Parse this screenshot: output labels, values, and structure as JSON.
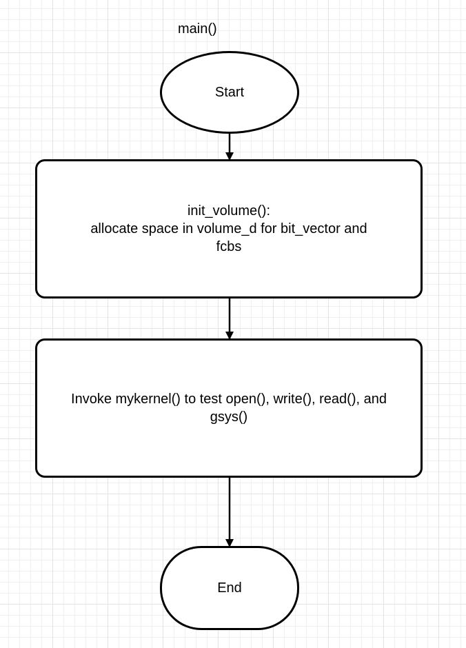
{
  "diagram": {
    "function_label": "main()",
    "nodes": {
      "start": {
        "label": "Start",
        "shape": "ellipse"
      },
      "init": {
        "label": "init_volume():\nallocate space in volume_d for bit_vector and\nfcbs",
        "shape": "rounded-rectangle"
      },
      "invoke": {
        "label": "Invoke mykernel() to test open(), write(), read(), and\ngsys()",
        "shape": "rounded-rectangle"
      },
      "end": {
        "label": "End",
        "shape": "terminator"
      }
    },
    "edges": [
      {
        "from": "start",
        "to": "init"
      },
      {
        "from": "init",
        "to": "invoke"
      },
      {
        "from": "invoke",
        "to": "end"
      }
    ]
  }
}
